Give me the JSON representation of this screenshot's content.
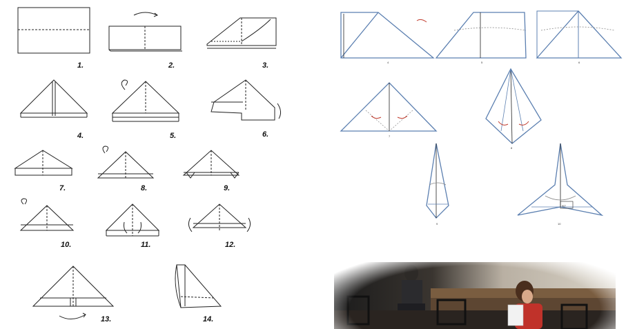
{
  "left_diagram": {
    "steps": [
      {
        "id": "1",
        "label": "1."
      },
      {
        "id": "2",
        "label": "2."
      },
      {
        "id": "3",
        "label": "3."
      },
      {
        "id": "4",
        "label": "4."
      },
      {
        "id": "5",
        "label": "5."
      },
      {
        "id": "6",
        "label": "6."
      },
      {
        "id": "7",
        "label": "7."
      },
      {
        "id": "8",
        "label": "8."
      },
      {
        "id": "9",
        "label": "9."
      },
      {
        "id": "10",
        "label": "10."
      },
      {
        "id": "11",
        "label": "11."
      },
      {
        "id": "12",
        "label": "12."
      },
      {
        "id": "13",
        "label": "13."
      },
      {
        "id": "14",
        "label": "14."
      }
    ]
  },
  "right_diagram": {
    "steps": [
      {
        "id": "r4",
        "label": "4"
      },
      {
        "id": "r5",
        "label": "5"
      },
      {
        "id": "r6",
        "label": "6"
      },
      {
        "id": "r7",
        "label": "7"
      },
      {
        "id": "r8",
        "label": "8"
      },
      {
        "id": "r9",
        "label": "9"
      },
      {
        "id": "r10",
        "label": "10"
      }
    ],
    "angle_label": "90°"
  },
  "colors": {
    "line": "#222222",
    "blue_line": "#5b7fb0",
    "arrow": "#c0392b"
  }
}
